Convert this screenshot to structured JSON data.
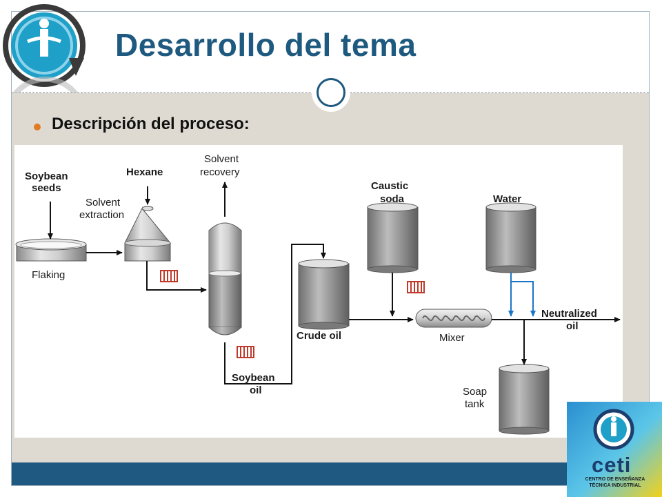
{
  "slide": {
    "title": "Desarrollo del tema",
    "subtitle": "Descripción del proceso:"
  },
  "diagram": {
    "labels": {
      "soybean_seeds_1": "Soybean",
      "soybean_seeds_2": "seeds",
      "hexane": "Hexane",
      "solvent_extraction_1": "Solvent",
      "solvent_extraction_2": "extraction",
      "solvent_recovery_1": "Solvent",
      "solvent_recovery_2": "recovery",
      "flaking": "Flaking",
      "caustic_soda_1": "Caustic",
      "caustic_soda_2": "soda",
      "water": "Water",
      "crude_oil": "Crude oil",
      "mixer": "Mixer",
      "neutralized_oil_1": "Neutralized",
      "neutralized_oil_2": "oil",
      "soybean_oil_1": "Soybean",
      "soybean_oil_2": "oil",
      "soap_tank_1": "Soap",
      "soap_tank_2": "tank"
    }
  },
  "logo_bottom": {
    "name": "ceti",
    "line1": "CENTRO DE ENSEÑANZA",
    "line2": "TÉCNICA INDUSTRIAL"
  },
  "colors": {
    "title": "#1e5a7f",
    "footer": "#1f5880",
    "content_bg": "#dedad2",
    "bullet": "#e07b22",
    "water_line": "#1976c8",
    "pump": "#c0392b"
  }
}
